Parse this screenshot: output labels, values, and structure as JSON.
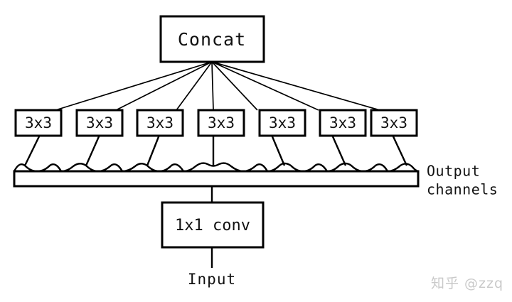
{
  "diagram": {
    "title_node": {
      "label": "Concat"
    },
    "branch_nodes": [
      {
        "label": "3x3"
      },
      {
        "label": "3x3"
      },
      {
        "label": "3x3"
      },
      {
        "label": "3x3"
      },
      {
        "label": "3x3"
      },
      {
        "label": "3x3"
      },
      {
        "label": "3x3"
      }
    ],
    "channel_bar": {
      "annotation_line1": "Output",
      "annotation_line2": "channels"
    },
    "conv_node": {
      "label": "1x1 conv"
    },
    "input_label": {
      "label": "Input"
    },
    "watermark": {
      "text": "知乎 @zzq"
    },
    "colors": {
      "stroke": "#000000",
      "fill": "#ffffff",
      "text": "#111111",
      "watermark": "#c9c9c9"
    }
  }
}
